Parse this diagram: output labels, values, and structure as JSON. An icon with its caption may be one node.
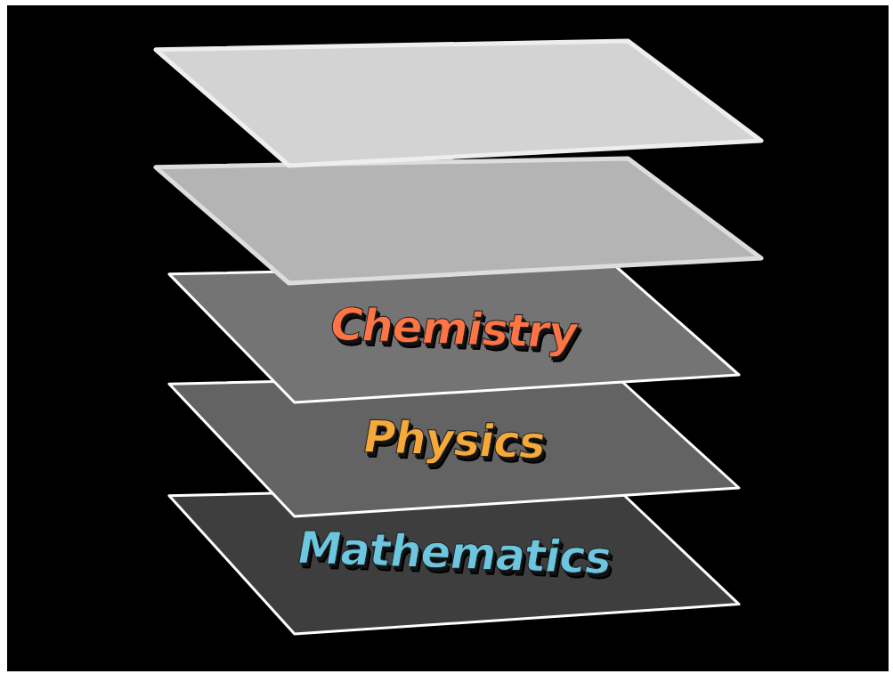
{
  "diagram": {
    "nodes": [
      {
        "text": [],
        "shape": "box"
      },
      {
        "text": [],
        "shape": "box"
      },
      {
        "text": [
          "Chemistry"
        ]
      },
      {
        "text": [
          "Physics"
        ]
      },
      {
        "text": [
          "Mathematics"
        ]
      }
    ]
  }
}
